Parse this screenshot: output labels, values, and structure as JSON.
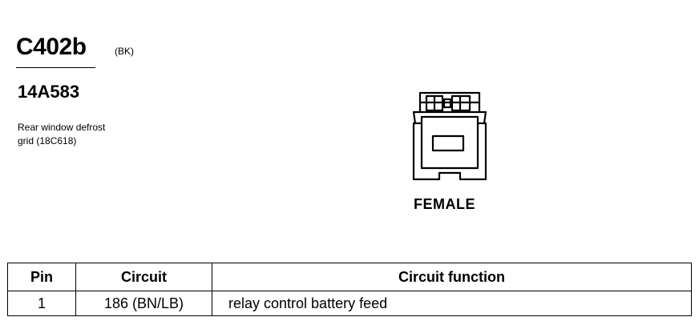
{
  "header": {
    "connector_id": "C402b",
    "connector_color": "(BK)",
    "part_number": "14A583",
    "description_line1": "Rear window defrost",
    "description_line2": "grid (18C618)"
  },
  "connector": {
    "icon": "connector-face-icon",
    "type_label": "FEMALE"
  },
  "pin_table": {
    "columns": [
      "Pin",
      "Circuit",
      "Circuit function"
    ],
    "rows": [
      {
        "pin": "1",
        "circuit": "186 (BN/LB)",
        "function": "relay control battery feed"
      }
    ]
  }
}
